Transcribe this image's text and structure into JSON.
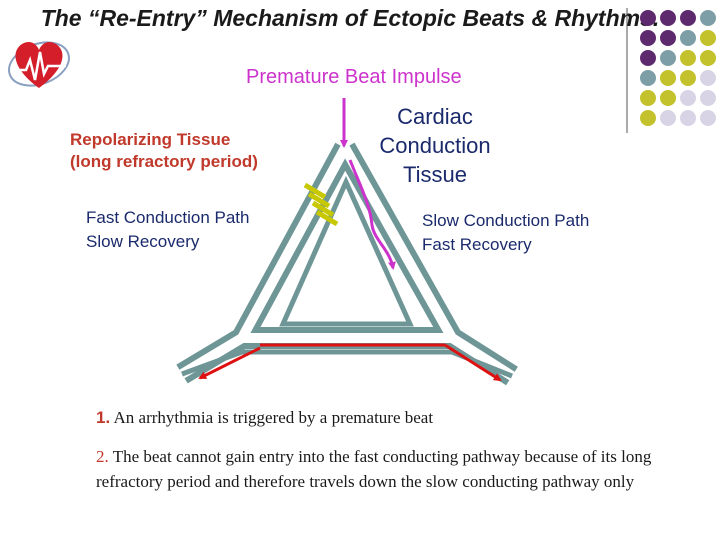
{
  "title": "The “Re-Entry” Mechanism of Ectopic Beats & Rhythms.",
  "subtitle": "Premature Beat Impulse",
  "labels": {
    "repolarizing_line1": "Repolarizing Tissue",
    "repolarizing_line2": "(long refractory period)",
    "cardiac_line1": "Cardiac",
    "cardiac_line2": "Conduction",
    "cardiac_line3": "Tissue",
    "fast_path_line1": "Fast Conduction Path",
    "fast_path_line2": "Slow Recovery",
    "slow_path_line1": "Slow Conduction Path",
    "slow_path_line2": "Fast Recovery"
  },
  "notes": [
    {
      "number": "1.",
      "text": "An arrhythmia is triggered by a premature beat"
    },
    {
      "number": "2.",
      "text": "The beat cannot gain entry into the fast conducting   pathway because of its long refractory period and   therefore travels down the slow conducting pathway only"
    }
  ],
  "colors": {
    "tissue": "#6f9696",
    "impulse": "#cc33cc",
    "reentry": "#dd1111",
    "block": "#c8c800",
    "dot_purple": "#5e2a6e",
    "dot_teal": "#7d9ea6",
    "dot_olive": "#c3c22c",
    "dot_lavender": "#d8d4e6"
  },
  "icons": {
    "logo": "heart-ecg-logo"
  }
}
